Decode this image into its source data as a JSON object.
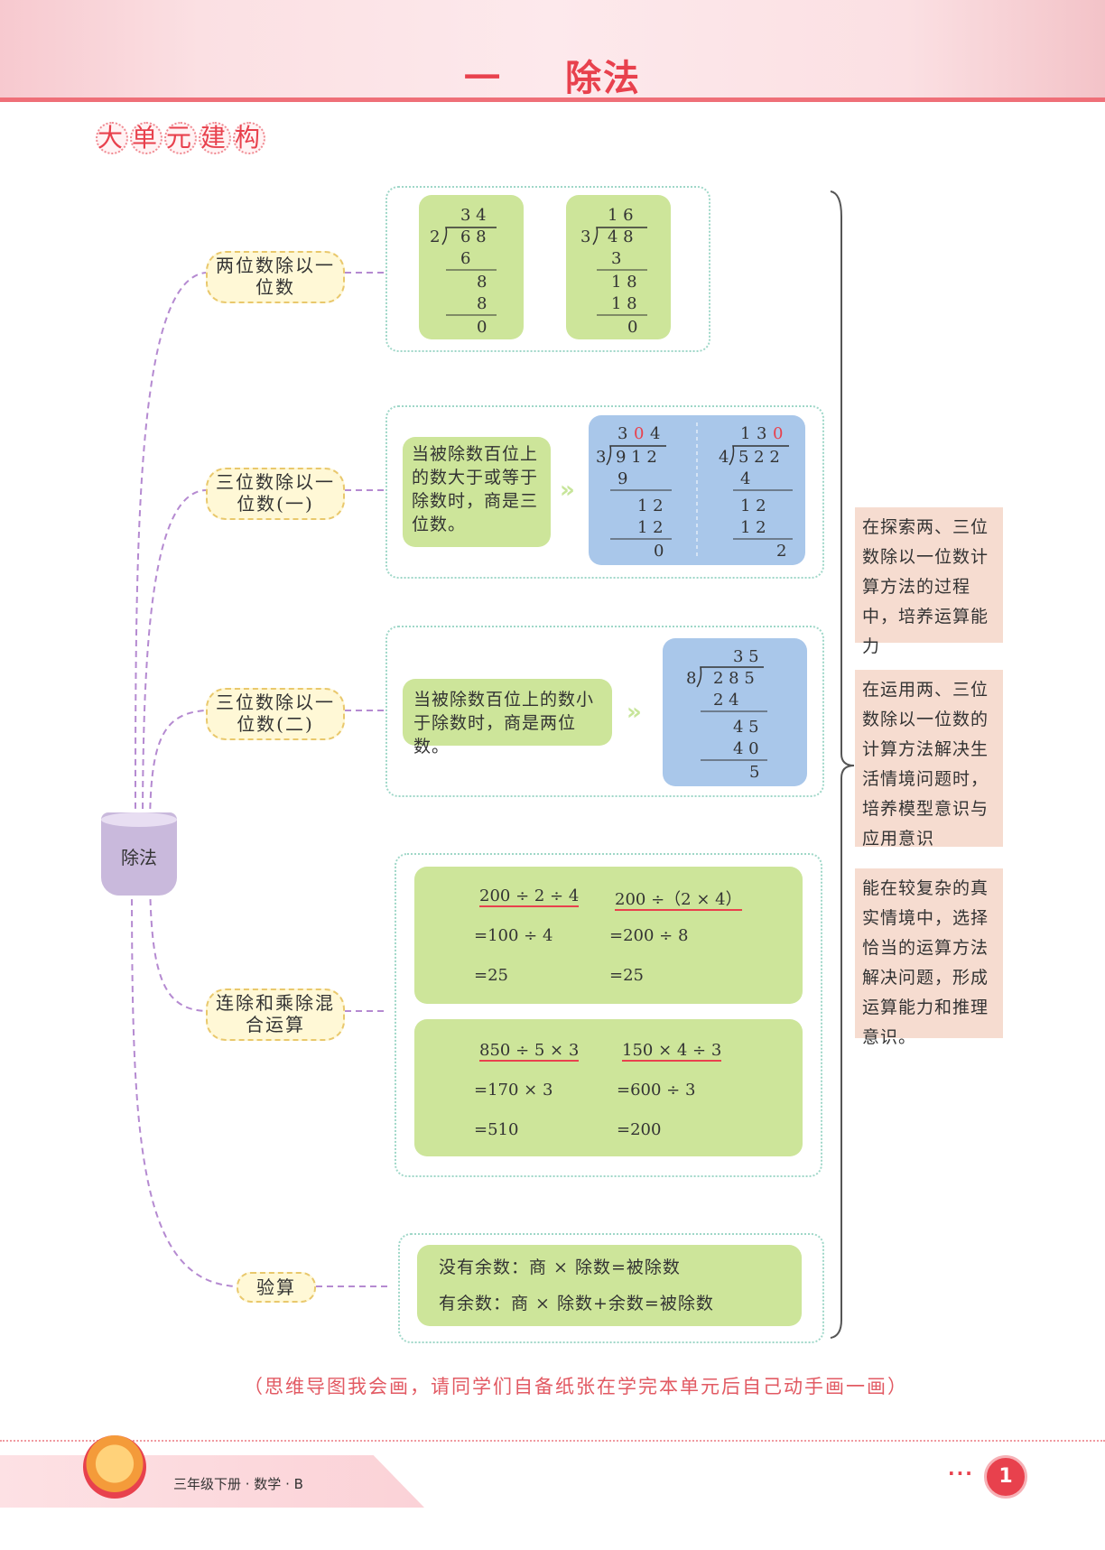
{
  "header": {
    "unit_number": "一",
    "title": "除法"
  },
  "section_label": [
    "大",
    "单",
    "元",
    "建",
    "构"
  ],
  "root": "除法",
  "branches": [
    {
      "label": "两位数除以一位数"
    },
    {
      "label": "三位数除以一位数(一)"
    },
    {
      "label": "三位数除以一位数(二)"
    },
    {
      "label": "连除和乘除混合运算"
    },
    {
      "label": "验算"
    }
  ],
  "branch1": {
    "div_a": {
      "quotient": "3 4",
      "divisor": "2",
      "dividend": "6 8",
      "steps": [
        "6",
        "8",
        "8",
        "0"
      ]
    },
    "div_b": {
      "quotient": "1 6",
      "divisor": "3",
      "dividend": "4 8",
      "steps": [
        "3",
        "1 8",
        "1 8",
        "0"
      ]
    }
  },
  "branch2": {
    "note": "当被除数百位上的数大于或等于除数时，商是三位数。",
    "div_a": {
      "quotient_1": "3",
      "quotient_2": "0",
      "quotient_3": "4",
      "divisor": "3",
      "dividend": "9 1 2",
      "steps": [
        "9",
        "1 2",
        "1 2",
        "0"
      ]
    },
    "div_b": {
      "quotient_1": "1",
      "quotient_2": "3",
      "quotient_3": "0",
      "divisor": "4",
      "dividend": "5 2 2",
      "steps": [
        "4",
        "1 2",
        "1 2",
        "2"
      ]
    }
  },
  "branch3": {
    "note": "当被除数百位上的数小于除数时，商是两位数。",
    "div": {
      "quotient": "3 5",
      "divisor": "8",
      "dividend": "2 8 5",
      "steps": [
        "2 4",
        "4 5",
        "4 0",
        "5"
      ]
    }
  },
  "branch4": {
    "box1": {
      "a": [
        "200 ÷ 2 ÷ 4",
        "=100 ÷ 4",
        "=25"
      ],
      "b": [
        "200 ÷（2 × 4）",
        "=200 ÷ 8",
        "=25"
      ]
    },
    "box2": {
      "a": [
        "850 ÷ 5 × 3",
        "=170 × 3",
        "=510"
      ],
      "b": [
        "150 × 4 ÷ 3",
        "=600 ÷ 3",
        "=200"
      ]
    }
  },
  "branch5": {
    "line1": "没有余数：商 × 除数=被除数",
    "line2": "有余数：商 × 除数+余数=被除数"
  },
  "goals": [
    "在探索两、三位数除以一位数计算方法的过程中，培养运算能力",
    "在运用两、三位数除以一位数的计算方法解决生活情境问题时，培养模型意识与应用意识",
    "能在较复杂的真实情境中，选择恰当的运算方法解决问题，形成运算能力和推理意识。"
  ],
  "footnote": "（思维导图我会画，请同学们自备纸张在学完本单元后自己动手画一画）",
  "footer": {
    "grade": "三年级下册 · 数学 · B",
    "page": "1",
    "dots": "···"
  },
  "colors": {
    "accent": "#e8414d",
    "green_box": "#cde59a",
    "blue_box": "#a9c7ea",
    "node_fill": "#fff8d6",
    "goal_fill": "#f6dcd0",
    "branch_line": "#b58ad1"
  }
}
